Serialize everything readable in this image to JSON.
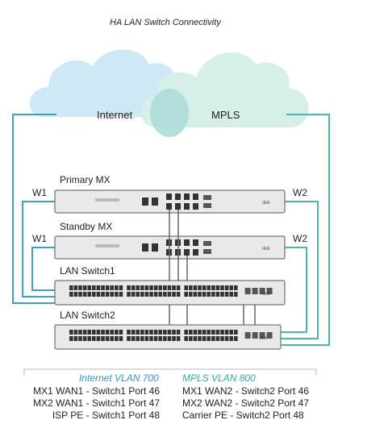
{
  "title": "HA LAN Switch Connectivity",
  "clouds": {
    "internet": "Internet",
    "mpls": "MPLS"
  },
  "devices": {
    "primary_mx": "Primary MX",
    "standby_mx": "Standby MX",
    "lan_switch1": "LAN Switch1",
    "lan_switch2": "LAN Switch2"
  },
  "ports": {
    "w1": "W1",
    "w2": "W2"
  },
  "legend": {
    "internet": {
      "title": "Internet VLAN 700",
      "rows": [
        "MX1 WAN1 - Switch1 Port 46",
        "MX2 WAN1 - Switch1 Port 47",
        "ISP PE - Switch1 Port 48"
      ]
    },
    "mpls": {
      "title": "MPLS VLAN 800",
      "rows": [
        "MX1 WAN2 - Switch2 Port 46",
        "MX2 WAN2 - Switch2 Port 47",
        "Carrier PE - Switch2 Port 48"
      ]
    }
  },
  "colors": {
    "internet_line": "#3f9fc9",
    "mpls_line": "#4db6ac",
    "internet_cloud": "#cfe8f5",
    "mpls_cloud": "#d6efe9",
    "overlap": "#a8dbd8",
    "internet_vlan_text": "#3f8fbf",
    "mpls_vlan_text": "#3aa3a0",
    "device_body": "#e9e9e9",
    "device_border": "#555555",
    "port_dark": "#333333",
    "mx_link": "#666666"
  },
  "icons": [
    "cisco-logo-icon",
    "ethernet-port-icon",
    "usb-port-icon",
    "sfp-port-icon"
  ]
}
